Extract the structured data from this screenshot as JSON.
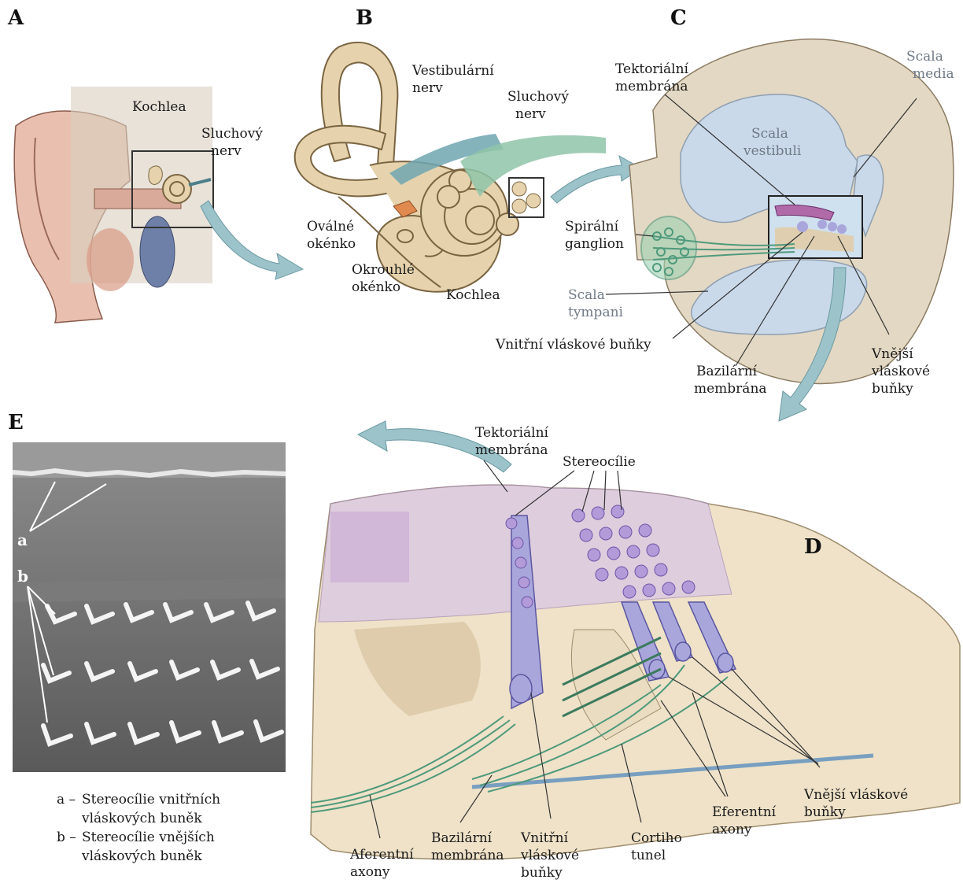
{
  "panels": {
    "a": "A",
    "b": "B",
    "c": "C",
    "d": "D",
    "e": "E"
  },
  "panel_a": {
    "kochlea": "Kochlea",
    "sluchovy_1": "Sluchový",
    "sluchovy_2": "nerv"
  },
  "panel_b": {
    "vestibularni_1": "Vestibulární",
    "vestibularni_2": "nerv",
    "sluchovy_1": "Sluchový",
    "sluchovy_2": "nerv",
    "ovalne_1": "Oválné",
    "ovalne_2": "okénko",
    "okrouhle_1": "Okrouhlé",
    "okrouhle_2": "okénko",
    "kochlea": "Kochlea"
  },
  "panel_c": {
    "tektorialni_1": "Tektoriální",
    "tektorialni_2": "membrána",
    "scala_media_1": "Scala",
    "scala_media_2": "media",
    "scala_vestibuli_1": "Scala",
    "scala_vestibuli_2": "vestibuli",
    "spiralni_1": "Spirální",
    "spiralni_2": "ganglion",
    "scala_tympani_1": "Scala",
    "scala_tympani_2": "tympani",
    "vnitrni": "Vnitřní vláskové buňky",
    "bazilarni_1": "Bazilární",
    "bazilarni_2": "membrána",
    "vnejsi_1": "Vnější",
    "vnejsi_2": "vláskové",
    "vnejsi_3": "buňky"
  },
  "panel_d": {
    "tektorialni_1": "Tektoriální",
    "tektorialni_2": "membrána",
    "stereocilie": "Stereocílie",
    "aferentni_1": "Aferentní",
    "aferentni_2": "axony",
    "bazilarni_1": "Bazilární",
    "bazilarni_2": "membrána",
    "vnitrni_1": "Vnitřní",
    "vnitrni_2": "vláskové",
    "vnitrni_3": "buňky",
    "cortiho_1": "Cortiho",
    "cortiho_2": "tunel",
    "eferentni_1": "Eferentní",
    "eferentni_2": "axony",
    "vnejsi_1": "Vnější vláskové",
    "vnejsi_2": "buňky"
  },
  "panel_e": {
    "marker_a": "a",
    "marker_b": "b",
    "legend": [
      {
        "key": "a –",
        "line1": "Stereocílie vnitřních",
        "line2": "vláskových buněk"
      },
      {
        "key": "b –",
        "line1": "Stereocílie vnějších",
        "line2": "vláskových buněk"
      }
    ]
  },
  "colors": {
    "arrow": "#9cc3c9",
    "bone": "#e6d8bd",
    "fluid": "#c9d9ea",
    "hair_cell": "#a9a6dc",
    "tectorial": "#d9c6e4",
    "nerve": "#4f9a7c"
  }
}
